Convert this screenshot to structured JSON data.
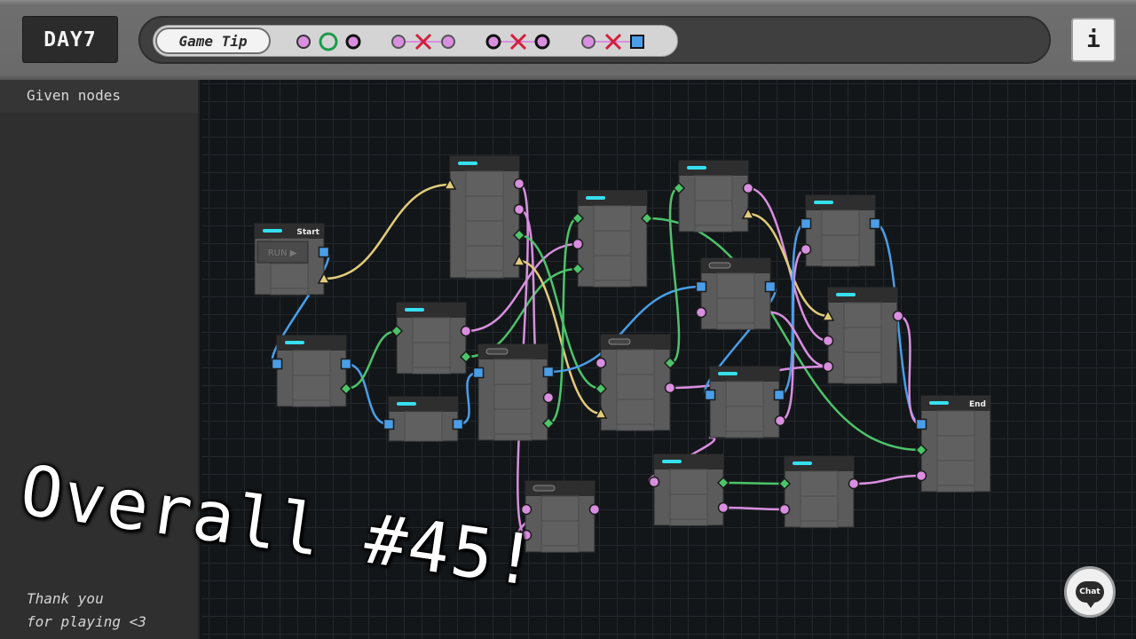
{
  "header": {
    "day_label": "DAY7",
    "tip_label": "Game Tip",
    "info_label": "i",
    "tip_rules": [
      {
        "left": "pink-circle-port",
        "middle": "green-ring-connect",
        "right": "black-pink-circle-port"
      },
      {
        "left": "pink-circle-port",
        "middle": "red-x-forbidden",
        "right": "pink-circle-port"
      },
      {
        "left": "black-pink-circle-port",
        "middle": "red-x-forbidden",
        "right": "black-pink-circle-port"
      },
      {
        "left": "pink-circle-port",
        "middle": "red-x-forbidden",
        "right": "blue-square-port"
      }
    ]
  },
  "sidebar": {
    "title": "Given nodes",
    "thanks_line1": "Thank you",
    "thanks_line2": "for playing <3"
  },
  "overlay": {
    "text": "Overall #45!"
  },
  "chat": {
    "label": "Chat"
  },
  "graph": {
    "colors": {
      "pink": "#d98fe0",
      "blue": "#4a9ee8",
      "green": "#4cc46a",
      "yellow": "#e2cc7a",
      "accent": "#35e0f0",
      "node_body": "#5b5b5b",
      "node_header": "#2e2e2e"
    },
    "nodes": [
      {
        "id": "start",
        "label": "Start",
        "run_label": "RUN ▶"
      },
      {
        "id": "n_left",
        "label": ""
      },
      {
        "id": "n_small",
        "label": ""
      },
      {
        "id": "n_mid1",
        "label": ""
      },
      {
        "id": "n_tall",
        "label": ""
      },
      {
        "id": "n_center",
        "label": ""
      },
      {
        "id": "n_top2",
        "label": ""
      },
      {
        "id": "n_bottom",
        "label": ""
      },
      {
        "id": "n_mid2",
        "label": ""
      },
      {
        "id": "n_top3",
        "label": ""
      },
      {
        "id": "n_mid3",
        "label": ""
      },
      {
        "id": "n_mid4",
        "label": ""
      },
      {
        "id": "n_bot2",
        "label": ""
      },
      {
        "id": "n_bot3",
        "label": ""
      },
      {
        "id": "n_top4",
        "label": ""
      },
      {
        "id": "n_right",
        "label": ""
      },
      {
        "id": "end",
        "label": "End"
      }
    ]
  }
}
